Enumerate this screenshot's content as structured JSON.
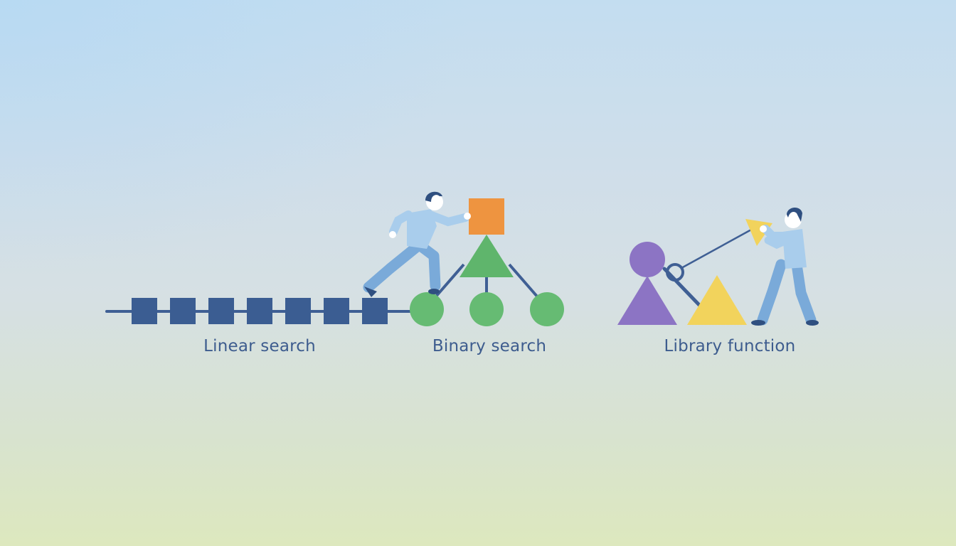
{
  "captions": {
    "linear": "Linear search",
    "binary": "Binary search",
    "library": "Library function"
  },
  "colors": {
    "line": "#3f5f94",
    "array_block": "#3b5d92",
    "tree_node": "#66bb73",
    "tree_root": "#5fb56c",
    "orange_block": "#ee9440",
    "purple": "#8c74c4",
    "yellow": "#f2d35c",
    "person_shirt": "#a9cdec",
    "person_pants": "#7aaad9",
    "hair": "#2f4f80",
    "caption_text": "#3d5c8e"
  },
  "icons": {
    "runner": "person-climbing-icon",
    "puller": "person-pulling-icon"
  }
}
